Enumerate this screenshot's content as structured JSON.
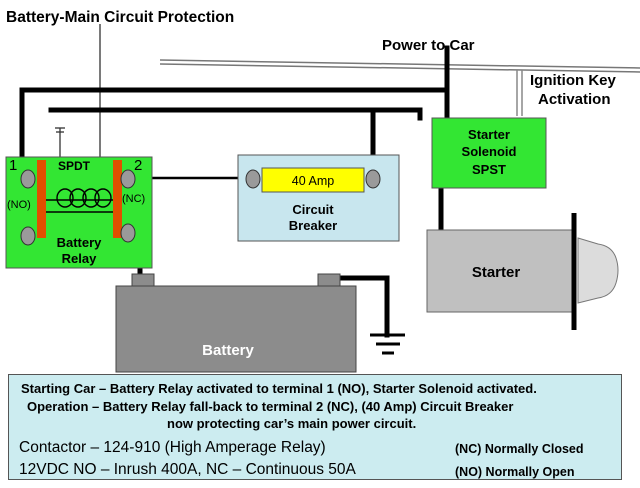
{
  "title": "Battery-Main Circuit Protection",
  "labels": {
    "power_to_car": "Power to Car",
    "ignition_line1": "Ignition Key",
    "ignition_line2": "Activation",
    "solenoid_line1": "Starter",
    "solenoid_line2": "Solenoid",
    "solenoid_line3": "SPST",
    "fuse": "40 Amp",
    "breaker_line1": "Circuit",
    "breaker_line2": "Breaker",
    "starter": "Starter",
    "battery": "Battery",
    "relay_line1": "Battery",
    "relay_line2": "Relay",
    "spdt": "SPDT",
    "terminal_1": "1",
    "terminal_2": "2",
    "no_tag": "(NO)",
    "nc_tag": "(NC)"
  },
  "info": {
    "line1": "Starting Car  – Battery Relay activated to terminal 1 (NO), Starter Solenoid activated.",
    "line2": "Operation    – Battery Relay fall-back to terminal 2 (NC), (40 Amp) Circuit Breaker",
    "line3": "now protecting car’s main power circuit.",
    "contactor": "Contactor – 124-910 (High Amperage Relay)",
    "spec": "12VDC NO – Inrush 400A, NC – Continuous 50A",
    "nc_legend": "(NC) Normally Closed",
    "no_legend": "(NO) Normally Open"
  },
  "colors": {
    "relay_green": "#33e633",
    "solenoid_green": "#33e633",
    "breaker_blue": "#c8e6ee",
    "fuse_yellow": "#ffff00",
    "starter_gray": "#c0c0c0",
    "battery_gray": "#8c8c8c",
    "contact_orange": "#e05000",
    "wire": "#000000",
    "info_bg": "#ccecf0"
  }
}
